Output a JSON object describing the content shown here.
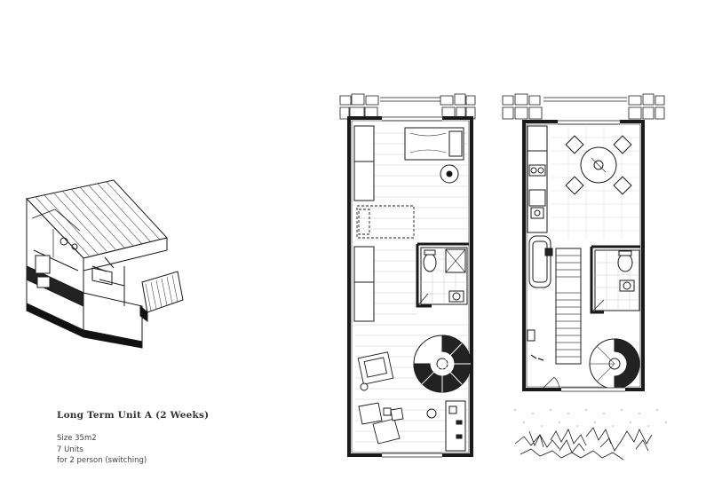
{
  "unit": {
    "title": "Long Term Unit A (2 Weeks)",
    "size": "Size 35m2",
    "units": "7 Units",
    "occupancy": "for 2 person (switching)"
  },
  "icons": {
    "axonometric": "isometric-section-icon",
    "plan_upper": "floor-plan-upper-level",
    "plan_lower": "floor-plan-lower-level"
  },
  "colors": {
    "line": "#1a1a1a",
    "hatch": "#bdbdbd",
    "fill_dark": "#111111"
  }
}
